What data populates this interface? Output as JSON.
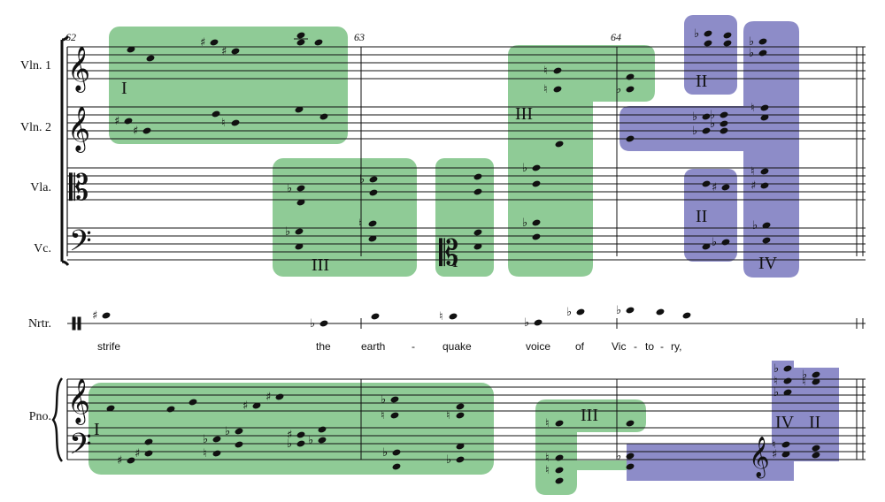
{
  "instruments": [
    "Vln. 1",
    "Vln. 2",
    "Vla.",
    "Vc.",
    "Nrtr.",
    "Pno."
  ],
  "measures": [
    "62",
    "63",
    "64"
  ],
  "lyrics": [
    "strife",
    "the",
    "earth",
    "-",
    "quake",
    "voice",
    "of",
    "Vic",
    "-",
    "to",
    "-",
    "ry,"
  ],
  "regions": {
    "vln1_I": "I",
    "strings_III_a": "III",
    "vla_vc_I": "I",
    "strings_III_b": "III",
    "vln1_II": "II",
    "vla_II": "II",
    "strings_IV": "IV",
    "pno_I": "I",
    "pno_III": "III",
    "pno_IV": "IV",
    "pno_II": "II"
  },
  "colors": {
    "green": "#8fcb96",
    "purple": "#8d8cc8",
    "ink": "#111111"
  }
}
